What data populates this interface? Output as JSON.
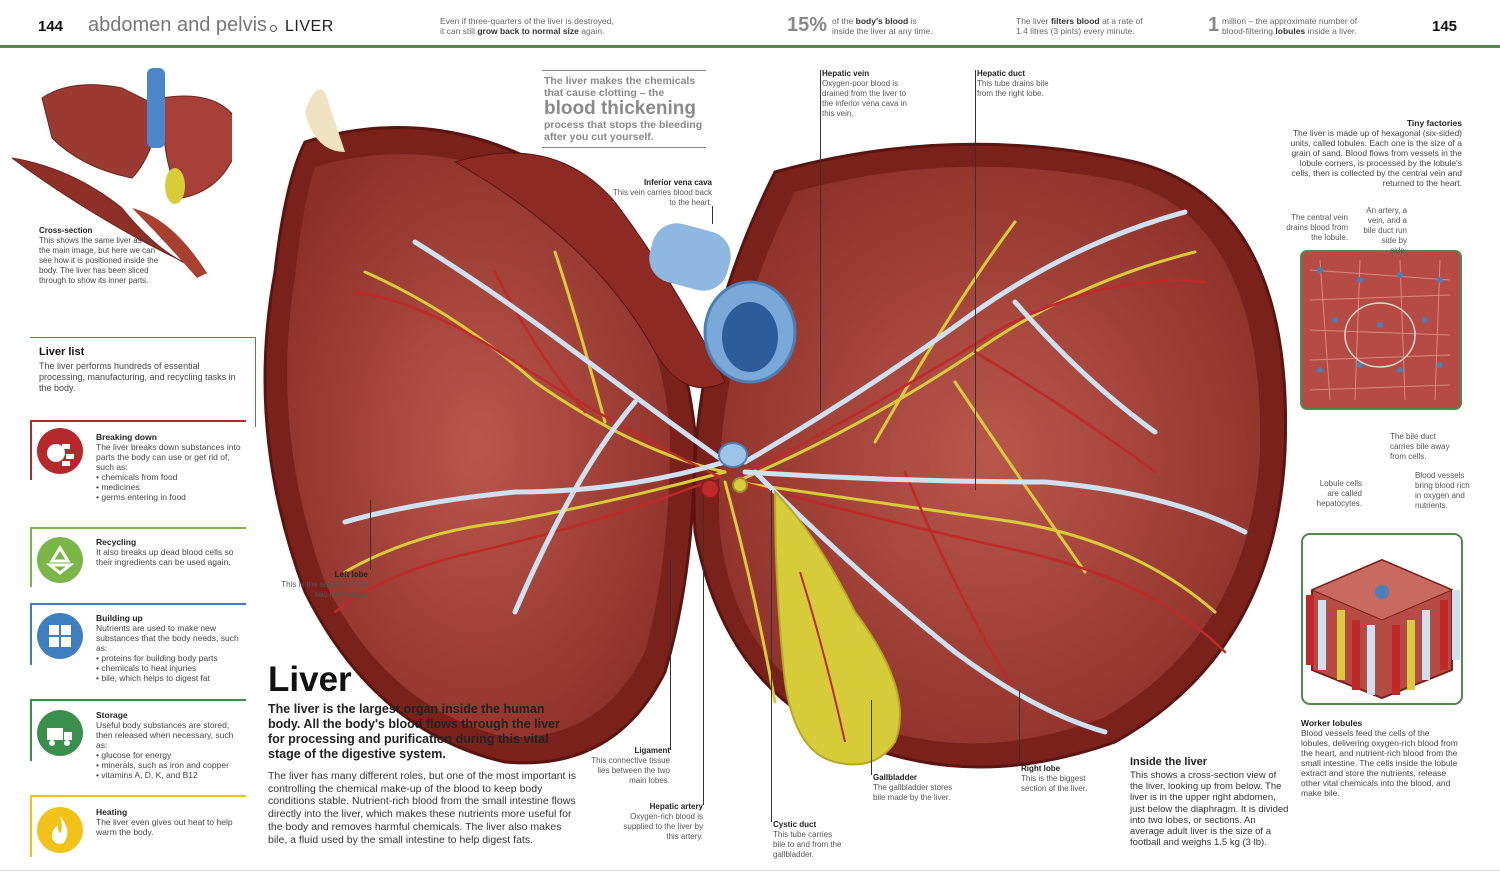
{
  "header": {
    "page_left": "144",
    "chapter": "abdomen and pelvis",
    "topic": "LIVER",
    "page_right": "145",
    "fact1_a": "Even if three-quarters of the liver is destroyed,",
    "fact1_b": "it can still ",
    "fact1_bold": "grow back to normal size",
    "fact1_c": " again.",
    "fact2_big": "15%",
    "fact2_a": "of the ",
    "fact2_bold": "body's blood",
    "fact2_b": " is",
    "fact2_c": "inside the liver at any time.",
    "fact3_a": "The liver ",
    "fact3_bold": "filters blood",
    "fact3_b": " at a rate of",
    "fact3_c": "1.4 litres (3 pints) every minute.",
    "fact4_big": "1",
    "fact4_a": "million – the approximate number of",
    "fact4_b": "blood-filtering ",
    "fact4_bold": "lobules",
    "fact4_c": " inside a liver."
  },
  "callout": {
    "line1": "The liver makes the chemicals",
    "line2": "that cause clotting – the",
    "big": "blood thickening",
    "line3": "process that stops the bleeding",
    "line4": "after you cut yourself."
  },
  "cross_section": {
    "title": "Cross-section",
    "text": "This shows the same liver as in the main image, but here we can see how it is positioned inside the body. The liver has been sliced through to show its inner parts."
  },
  "liver_list": {
    "title": "Liver list",
    "intro": "The liver performs hundreds of essential processing, manufacturing, and recycling tasks in the body.",
    "items": [
      {
        "title": "Breaking down",
        "text": "The liver breaks down substances into parts the body can use or get rid of, such as:",
        "bullets": [
          "• chemicals from food",
          "• medicines",
          "• germs entering in food"
        ],
        "color": "#b5282c",
        "icon": "breaking-down-icon"
      },
      {
        "title": "Recycling",
        "text": "It also breaks up dead blood cells so their ingredients can be used again.",
        "bullets": [],
        "color": "#7ab648",
        "icon": "recycling-icon"
      },
      {
        "title": "Building up",
        "text": "Nutrients are used to make new substances that the body needs, such as:",
        "bullets": [
          "• proteins for building body parts",
          "• chemicals to heal injuries",
          "• bile, which helps to digest fat"
        ],
        "color": "#3f7fc1",
        "icon": "building-up-icon"
      },
      {
        "title": "Storage",
        "text": "Useful body substances are stored, then released when necessary, such as:",
        "bullets": [
          "• glucose for energy",
          "• minerals, such as iron and copper",
          "• vitamins A, D, K, and B12"
        ],
        "color": "#3a8f4e",
        "icon": "storage-icon"
      },
      {
        "title": "Heating",
        "text": "The liver even gives out heat to help warm the body.",
        "bullets": [],
        "color": "#f2c21b",
        "icon": "heating-icon"
      }
    ]
  },
  "main": {
    "title": "Liver",
    "lead": "The liver is the largest organ inside the human body. All the body's blood flows through the liver for processing and purification during this vital stage of the digestive system.",
    "body": "The liver has many different roles, but one of the most important is controlling the chemical make-up of the blood to keep body conditions stable. Nutrient-rich blood from the small intestine flows directly into the liver, which makes these nutrients more useful for the body and removes harmful chemicals. The liver also makes bile, a fluid used by the small intestine to help digest fats."
  },
  "labels": {
    "ivc_title": "Inferior vena cava",
    "ivc_text": "This vein carries blood back to the heart.",
    "hv_title": "Hepatic vein",
    "hv_text": "Oxygen-poor blood is drained from the liver to the inferior vena cava in this vein.",
    "hd_title": "Hepatic duct",
    "hd_text": "This tube drains bile from the right lobe.",
    "ll_title": "Left lobe",
    "ll_text": "This is the smaller of the two liver lobes.",
    "lig_title": "Ligament",
    "lig_text": "This connective tissue lies between the two main lobes.",
    "ha_title": "Hepatic artery",
    "ha_text": "Oxygen-rich blood is supplied to the liver by this artery.",
    "cd_title": "Cystic duct",
    "cd_text": "This tube carries bile to and from the gallbladder.",
    "gb_title": "Gallbladder",
    "gb_text": "The gallbladder stores bile made by the liver.",
    "rl_title": "Right lobe",
    "rl_text": "This is the biggest section of the liver."
  },
  "inside": {
    "title": "Inside the liver",
    "text": "This shows a cross-section view of the liver, looking up from below. The liver is in the upper right abdomen, just below the diaphragm. It is divided into two lobes, or sections. An average adult liver is the size of a football and weighs 1.5 kg (3 lb)."
  },
  "tiny_factories": {
    "title": "Tiny factories",
    "text": "The liver is made up of hexagonal (six-sided) units, called lobules. Each one is the size of a grain of sand. Blood flows from vessels in the lobule corners, is processed by the lobule's cells, then is collected by the central vein and returned to the heart.",
    "central_vein": "The central vein drains blood from the lobule.",
    "artery_vein": "An artery, a vein, and a bile duct run side by side.",
    "bile_duct": "The bile duct carries bile away from cells.",
    "lobule_cells": "Lobule cells are called hepatocytes.",
    "blood_vessels": "Blood vessels bring blood rich in oxygen and nutrients."
  },
  "worker_lobules": {
    "title": "Worker lobules",
    "text": "Blood vessels feed the cells of the lobules, delivering oxygen-rich blood from the heart, and nutrient-rich blood from the small intestine. The cells inside the lobule extract and store the nutrients, release other vital chemicals into the blood, and make bile."
  },
  "colors": {
    "accent_green": "#4f8a4a",
    "liver_red": "#8e2a24",
    "vein_blue": "#9fc3e6",
    "bile_yellow": "#d9cc3a",
    "artery_red": "#c0282a"
  }
}
